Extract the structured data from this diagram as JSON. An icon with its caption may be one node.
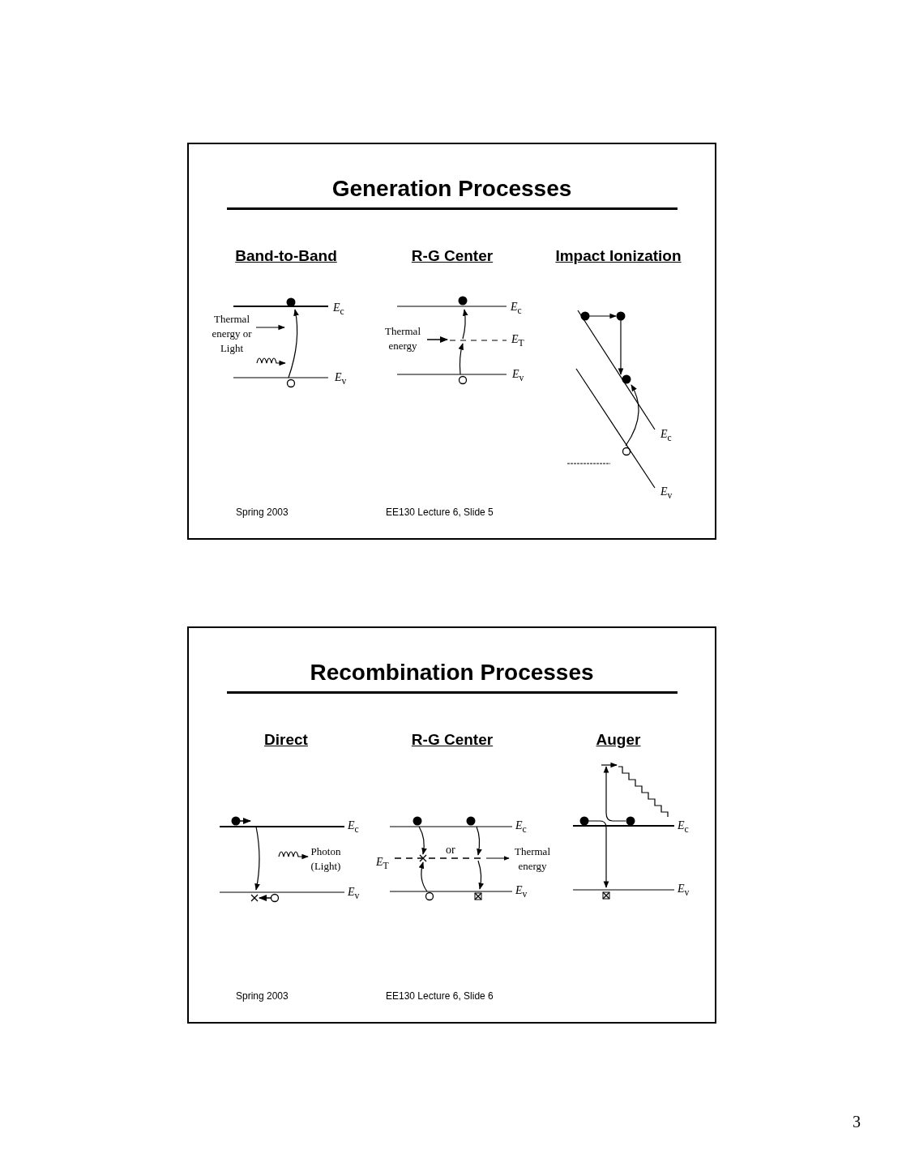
{
  "diagram": {
    "nodes": [
      {
        "text": [
          "Generation Processes"
        ]
      },
      {
        "text": [
          "Recombination Processes"
        ]
      }
    ],
    "labels": [
      "Band-to-Band",
      "R-G Center",
      "Impact Ionization",
      "*E*$_{c}$",
      "Thermal energy or Light",
      "*E*$_{v}$",
      "*E*$_{c}$",
      "Thermal energy",
      "*E*$_{T}$",
      "*E*$_{v}$",
      "*E*$_{c}$",
      "*E*$_{v}$",
      "Spring 2003",
      "EE130 Lecture 6, Slide 5",
      "Direct",
      "R-G Center",
      "Auger",
      "*E*$_{c}$",
      "Photon (Light)",
      "*E*$_{v}$",
      "or",
      "*E*$_{T}$",
      "*E*$_{c}$",
      "Thermal energy",
      "*E*$_{v}$",
      "*E*$_{c}$",
      "*E*$_{v}$",
      "Spring 2003",
      "EE130 Lecture 6, Slide 6",
      "3"
    ]
  }
}
